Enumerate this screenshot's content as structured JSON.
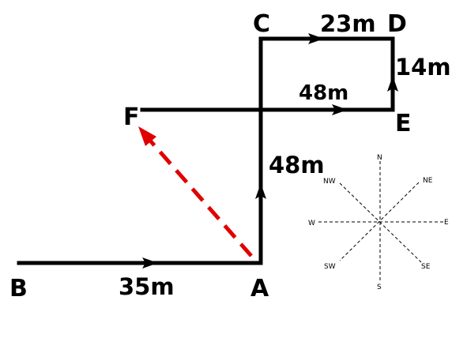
{
  "points": {
    "A": "A",
    "B": "B",
    "C": "C",
    "D": "D",
    "E": "E",
    "F": "F"
  },
  "lengths": {
    "ba": "35m",
    "ac": "48m",
    "cd": "23m",
    "de": "14m",
    "fe": "48m"
  },
  "compass": {
    "n": "N",
    "s": "S",
    "e": "E",
    "w": "W",
    "ne": "NE",
    "nw": "NW",
    "se": "SE",
    "sw": "SW"
  },
  "colors": {
    "path": "#000000",
    "resultant": "#e00000",
    "background": "#ffffff"
  }
}
